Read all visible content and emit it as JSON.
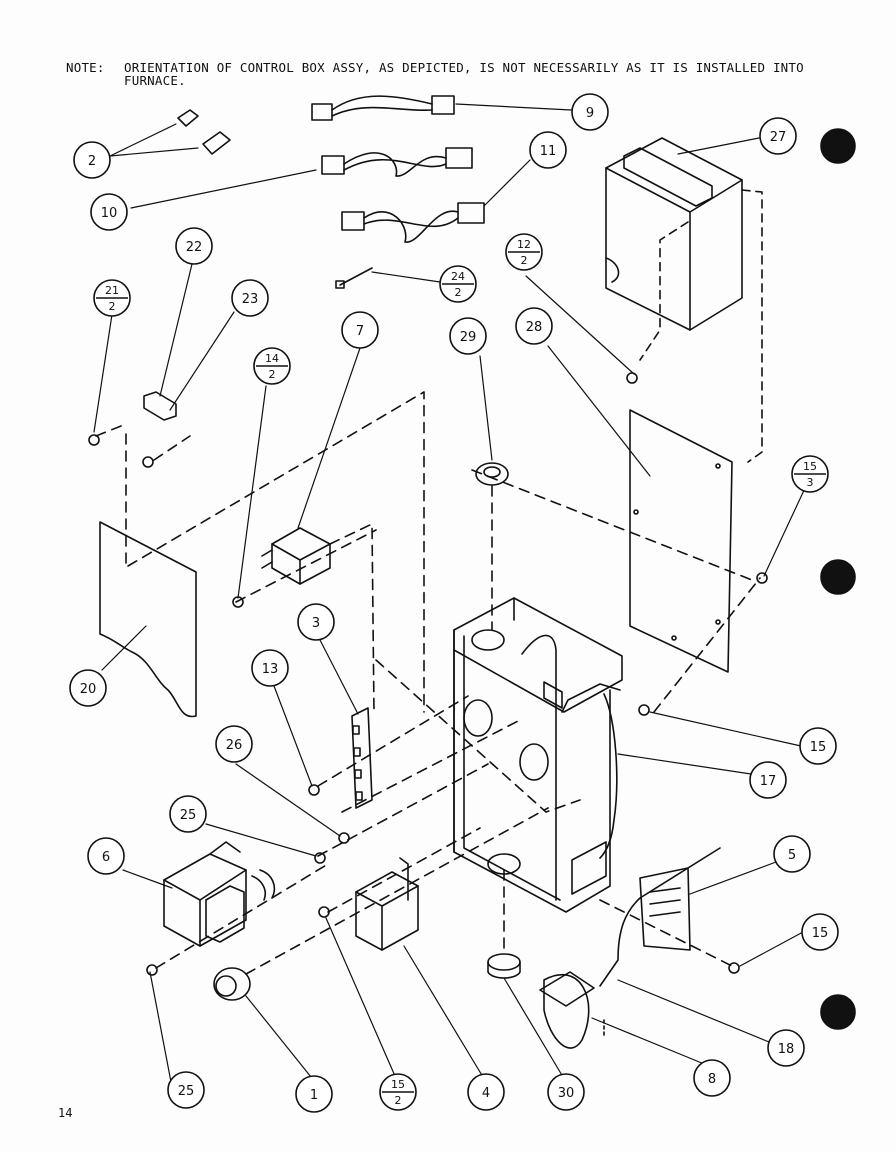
{
  "note": {
    "label": "NOTE:",
    "line1": "ORIENTATION OF CONTROL BOX ASSY, AS DEPICTED, IS NOT NECESSARILY AS IT IS INSTALLED INTO",
    "line2": "FURNACE."
  },
  "page_number": "14",
  "callouts": {
    "c1": "1",
    "c2": "2",
    "c3": "3",
    "c4": "4",
    "c5": "5",
    "c6": "6",
    "c7": "7",
    "c8": "8",
    "c9": "9",
    "c10": "10",
    "c11": "11",
    "c13": "13",
    "c15a": "15",
    "c15b": "15",
    "c17": "17",
    "c18": "18",
    "c20": "20",
    "c22": "22",
    "c23": "23",
    "c25a": "25",
    "c25b": "25",
    "c26": "26",
    "c27": "27",
    "c28": "28",
    "c29": "29",
    "c30": "30"
  },
  "fractions": {
    "f21": {
      "num": "21",
      "den": "2"
    },
    "f24": {
      "num": "24",
      "den": "2"
    },
    "f12": {
      "num": "12",
      "den": "2"
    },
    "f14": {
      "num": "14",
      "den": "2"
    },
    "f15t": {
      "num": "15",
      "den": "3"
    },
    "f15b": {
      "num": "15",
      "den": "2"
    }
  }
}
